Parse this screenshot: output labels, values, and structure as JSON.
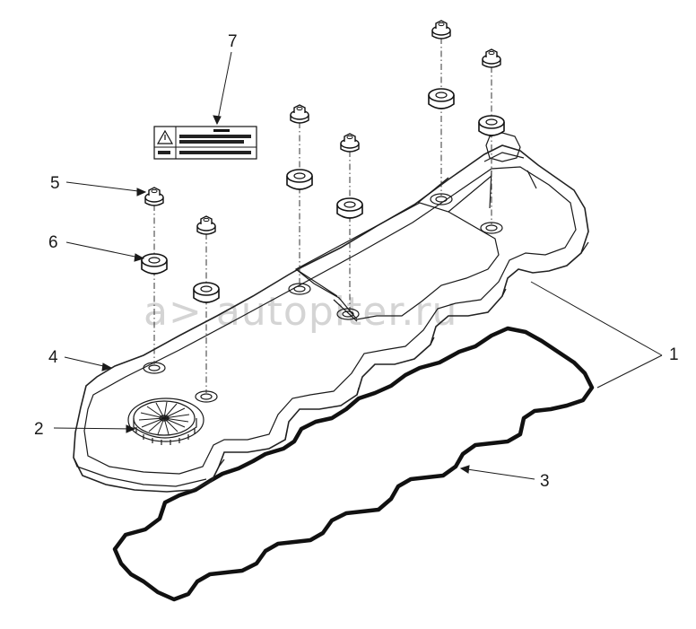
{
  "watermark": "a> autopiter.ru",
  "callouts": [
    {
      "id": "1",
      "label": "1"
    },
    {
      "id": "2",
      "label": "2"
    },
    {
      "id": "3",
      "label": "3"
    },
    {
      "id": "4",
      "label": "4"
    },
    {
      "id": "5",
      "label": "5"
    },
    {
      "id": "6",
      "label": "6"
    },
    {
      "id": "7",
      "label": "7"
    }
  ],
  "parts": {
    "valve_cover": "4",
    "breather_cap": "2",
    "gasket": "3",
    "assembly": "1",
    "flange_nut": "5",
    "isolator_grommet": "6",
    "warning_label": "7"
  }
}
